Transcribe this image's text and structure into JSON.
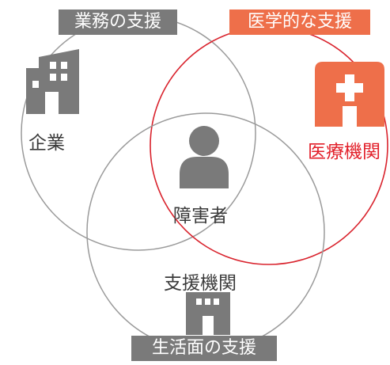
{
  "categories": {
    "business": "業務の支援",
    "medical": "医学的な支援",
    "daily_life": "生活面の支援"
  },
  "entities": {
    "company": "企業",
    "medical_institution": "医療機関",
    "person": "障害者",
    "support_institution": "支援機関"
  },
  "icons": {
    "company": "office-building-icon",
    "medical_institution": "hospital-building-icon",
    "person": "person-icon",
    "support_institution": "support-building-icon"
  },
  "colors": {
    "gray": "#7a7a7a",
    "circle_gray": "#9a9a9a",
    "medical_orange": "#ee6f4a",
    "medical_circle_red": "#d9232d",
    "medical_text_red": "#e2202a"
  }
}
